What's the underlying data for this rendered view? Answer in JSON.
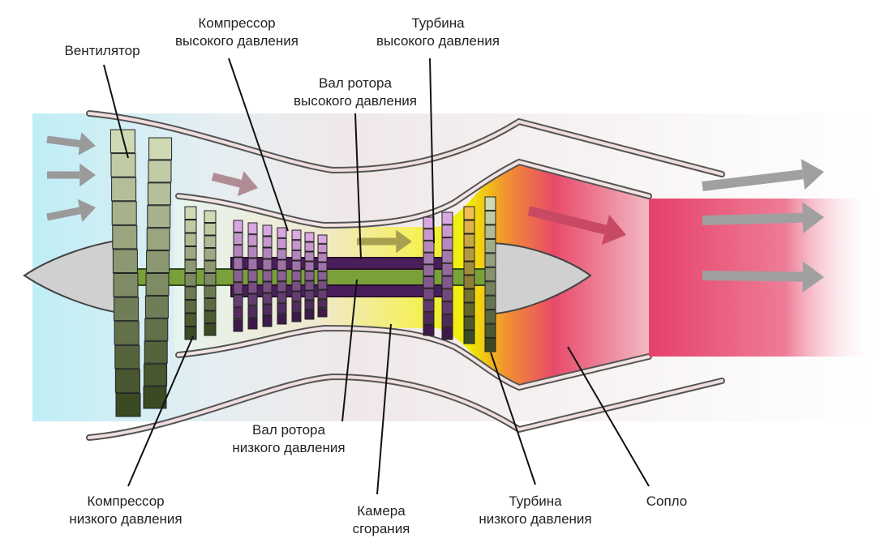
{
  "labels": {
    "fan": [
      "Вентилятор"
    ],
    "hp_compressor": [
      "Компрессор",
      "высокого давления"
    ],
    "hp_turbine": [
      "Турбина",
      "высокого давления"
    ],
    "hp_shaft": [
      "Вал ротора",
      "высокого давления"
    ],
    "lp_shaft": [
      "Вал ротора",
      "низкого давления"
    ],
    "lp_compressor": [
      "Компрессор",
      "низкого давления"
    ],
    "combustor": [
      "Камера",
      "сгорания"
    ],
    "lp_turbine": [
      "Турбина",
      "низкого давления"
    ],
    "nozzle": [
      "Сопло"
    ]
  },
  "colors": {
    "intake": "#bdeef5",
    "bypass": "#f0dede",
    "combustion": "#f0f000",
    "exhaust": "#e8406a",
    "fan_light": "#cfd9b4",
    "fan_dark": "#3a4a22",
    "hp_light": "#d9a8e0",
    "hp_dark": "#3d1a4a",
    "shaft_lp": "#7aa03a",
    "shaft_hp": "#4a1e5a",
    "spinner": "#d0d0d0",
    "arrow": "#999999"
  }
}
